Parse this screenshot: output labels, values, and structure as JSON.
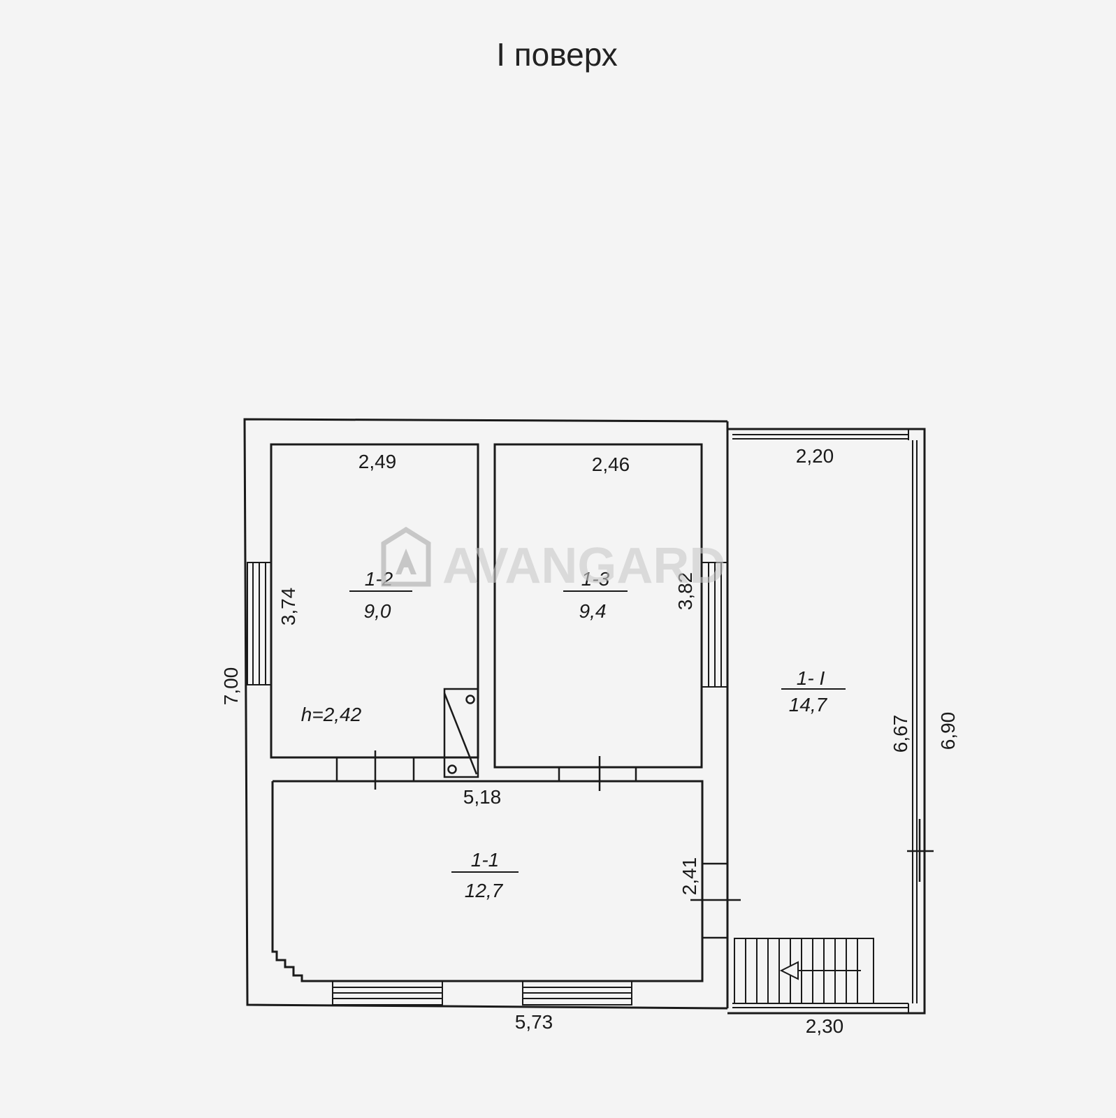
{
  "title": "І поверх",
  "watermark": {
    "text": "AVANGARD",
    "logo": "avangard-logo-icon"
  },
  "rooms": [
    {
      "id": "1-2",
      "area": "9,0"
    },
    {
      "id": "1-3",
      "area": "9,4"
    },
    {
      "id": "1-1",
      "area": "12,7"
    },
    {
      "id": "1- I",
      "area": "14,7"
    }
  ],
  "dimensions": {
    "room_1_2_width": "2,49",
    "room_1_3_width": "2,46",
    "terrace_top_width": "2,20",
    "room_1_2_length": "3,74",
    "room_1_3_length": "3,82",
    "overall_left": "7,00",
    "ceiling_height": "h=2,42",
    "room_1_1_width": "5,18",
    "room_1_1_length": "2,41",
    "overall_bottom": "5,73",
    "terrace_bottom_width": "2,30",
    "terrace_inner_length": "6,67",
    "terrace_outer_length": "6,90"
  },
  "colors": {
    "line": "#1a1a1a",
    "background": "#f4f4f4",
    "watermark": "#c9c9c9"
  }
}
